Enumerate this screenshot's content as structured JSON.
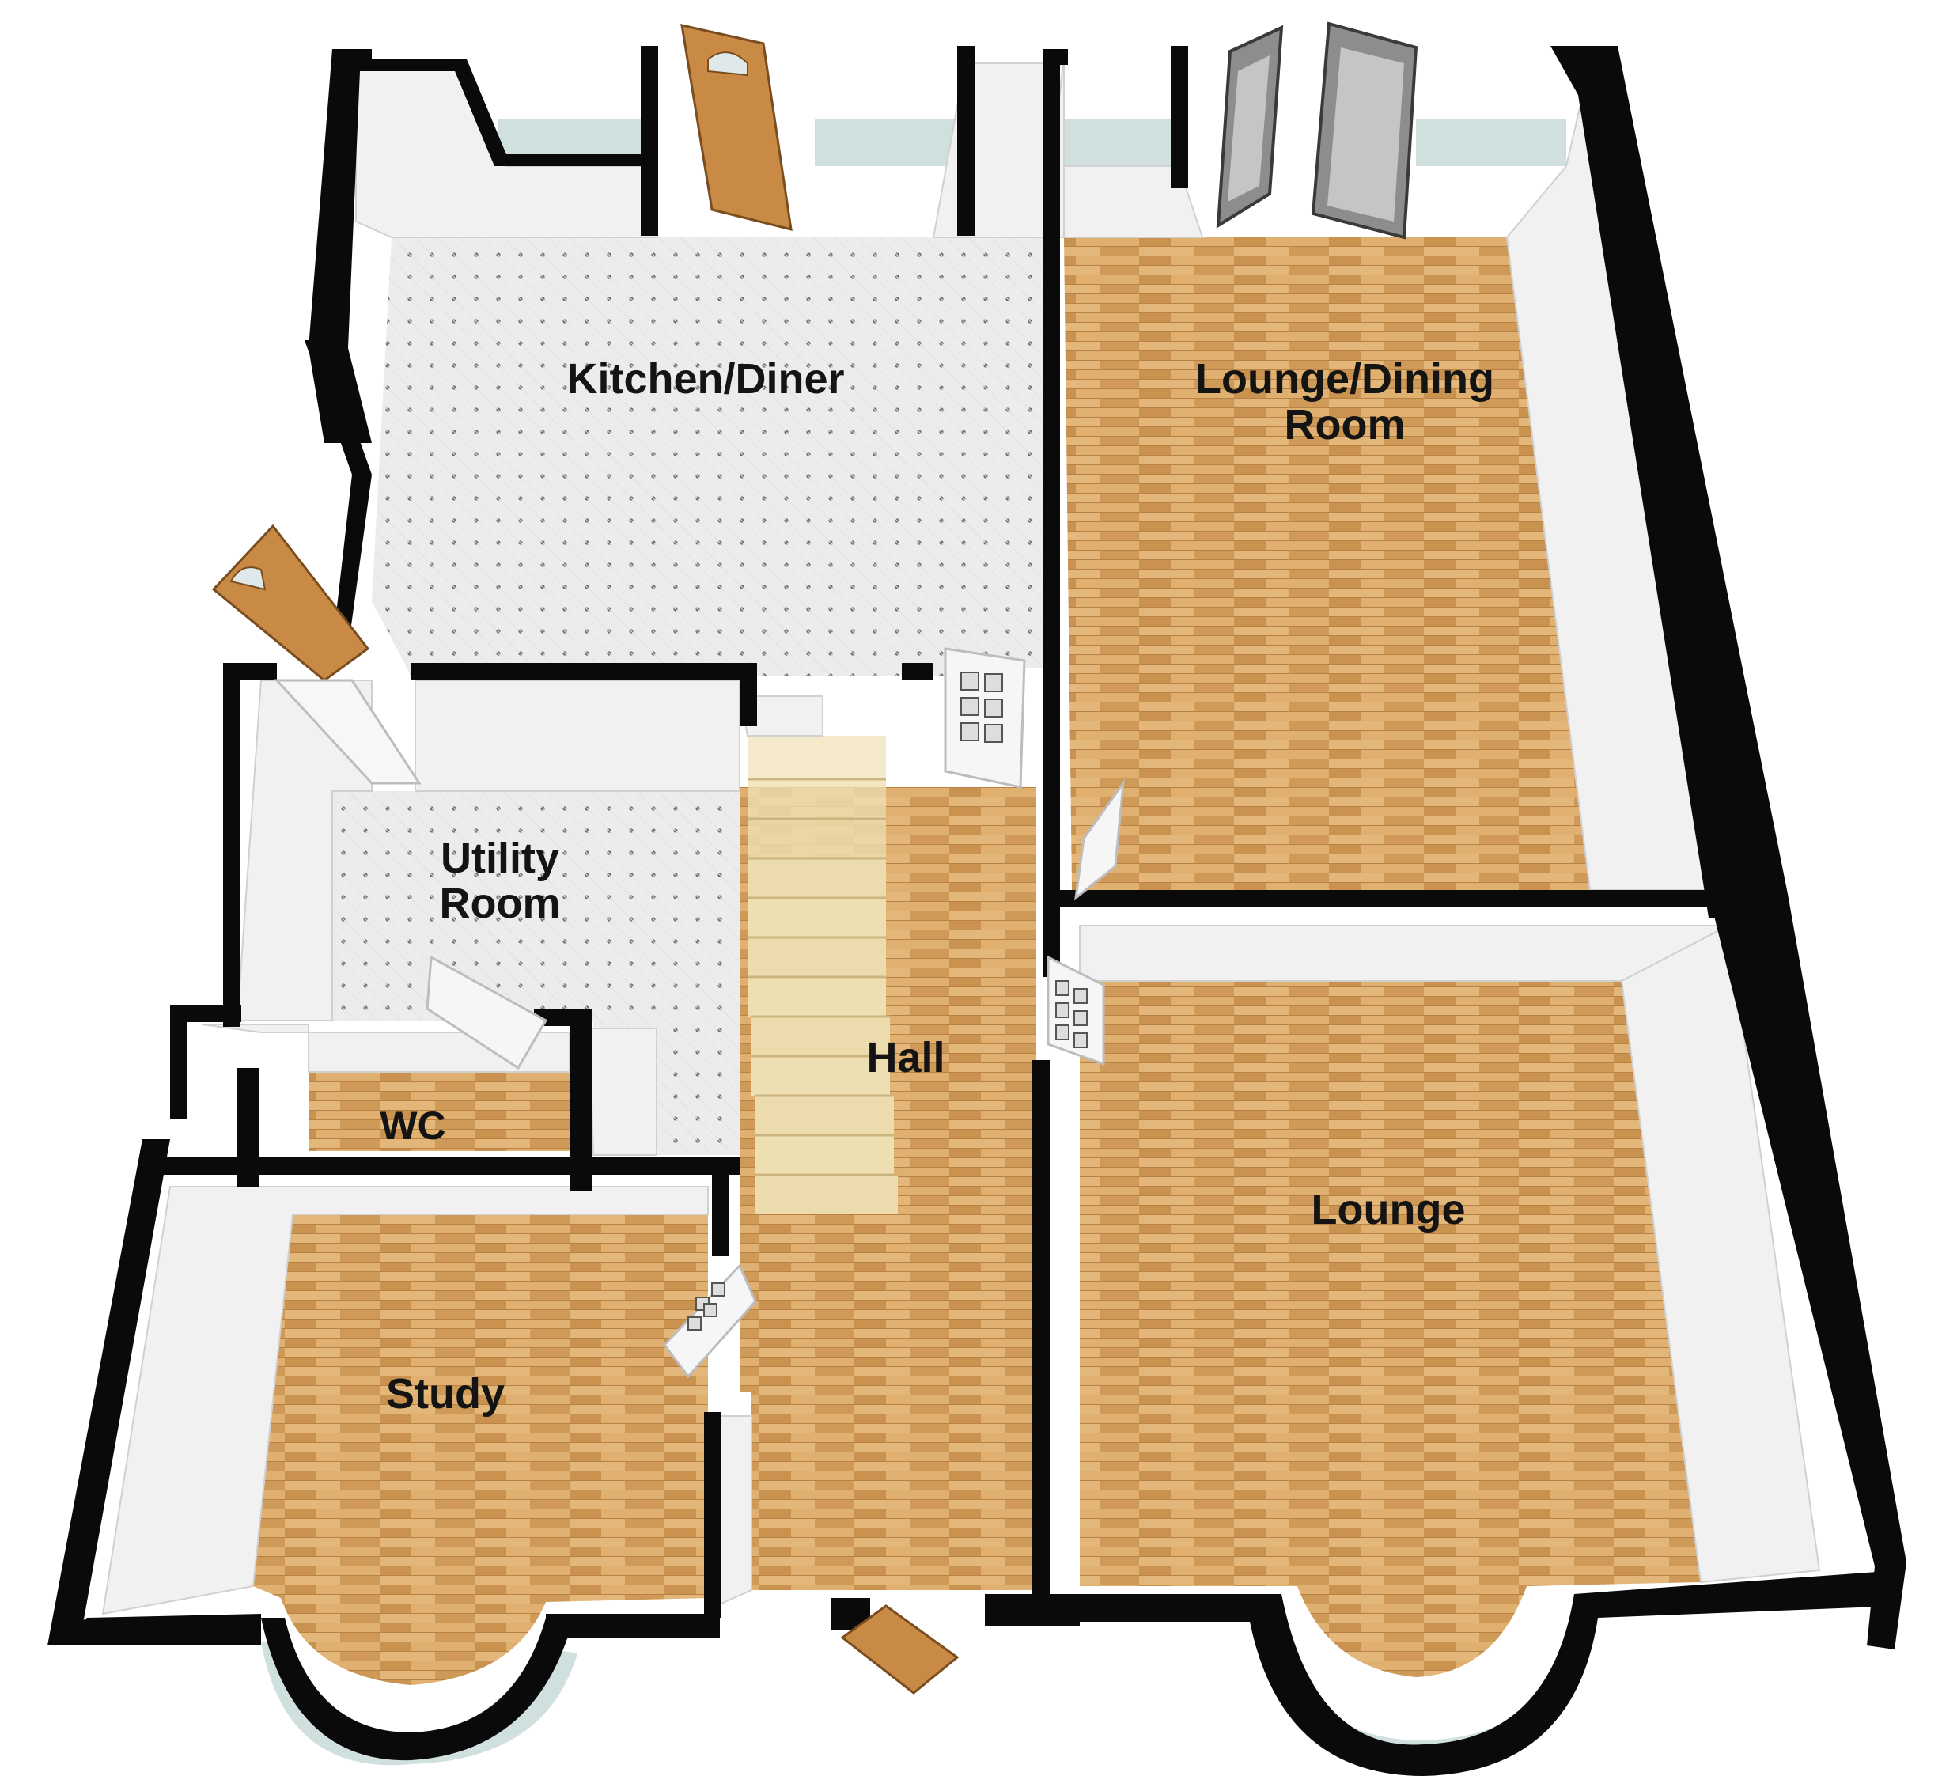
{
  "rooms": {
    "kitchen_diner": {
      "label": "Kitchen/Diner"
    },
    "lounge_dining": {
      "line1": "Lounge/Dining",
      "line2": "Room"
    },
    "utility": {
      "line1": "Utility",
      "line2": "Room"
    },
    "hall": {
      "label": "Hall"
    },
    "wc": {
      "label": "WC"
    },
    "study": {
      "label": "Study"
    },
    "lounge": {
      "label": "Lounge"
    }
  },
  "colors": {
    "wall": "#0a0a0a",
    "wall_face": "#f2f2f2",
    "wood_floor": "#d9a867",
    "wood_floor_dark": "#c48f4f",
    "tile_floor": "#ededed",
    "tile_dot": "#6f6f6f",
    "glass": "#cfe0df",
    "door_wood": "#c98a46",
    "stair": "#f0e2b8"
  }
}
